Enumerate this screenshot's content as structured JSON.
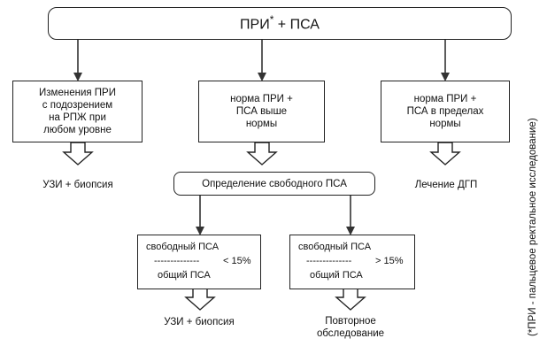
{
  "top_box": {
    "main": "ПРИ",
    "asterisk": "*",
    "rest": " + ПСА"
  },
  "branches": {
    "left": "Изменения ПРИ\nс подозрением\nна РПЖ при\nлюбом уровне",
    "center": "норма ПРИ +\nПСА выше\nнормы",
    "right": "норма ПРИ +\nПСА в пределах\nнормы"
  },
  "outcomes": {
    "left": "УЗИ + биопсия",
    "right": "Лечение ДГП",
    "sub_left": "УЗИ + биопсия",
    "sub_right": "Повторное\nобследование"
  },
  "free_psa_box": "Определение свободного ПСА",
  "ratio_left": {
    "numerator": "свободный ПСА",
    "dashes": "--------------",
    "comparator": "< 15%",
    "denominator": "общий ПСА"
  },
  "ratio_right": {
    "numerator": "свободный ПСА",
    "dashes": "--------------",
    "comparator": "> 15%",
    "denominator": "общий ПСА"
  },
  "footnote": "(*ПРИ - пальцевое ректальное исследование)"
}
